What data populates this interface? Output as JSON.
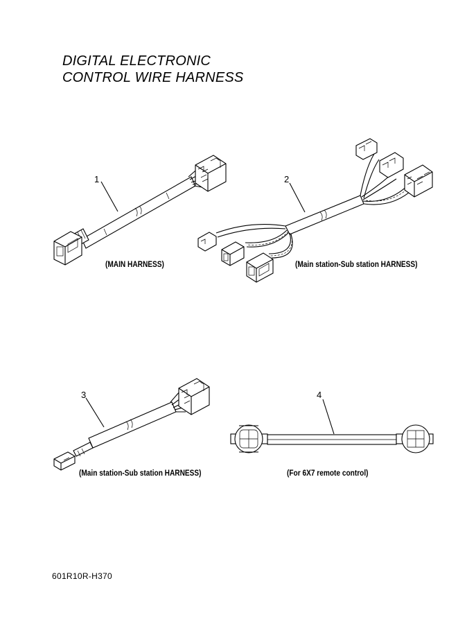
{
  "title": {
    "line1": "DIGITAL ELECTRONIC",
    "line2": "CONTROL WIRE HARNESS"
  },
  "parts": [
    {
      "number": "1",
      "caption": "(MAIN HARNESS)"
    },
    {
      "number": "2",
      "caption": "(Main station-Sub station HARNESS)"
    },
    {
      "number": "3",
      "caption": "(Main station-Sub station HARNESS)"
    },
    {
      "number": "4",
      "caption": "(For 6X7 remote control)"
    }
  ],
  "drawing_code": "601R10R-H370"
}
